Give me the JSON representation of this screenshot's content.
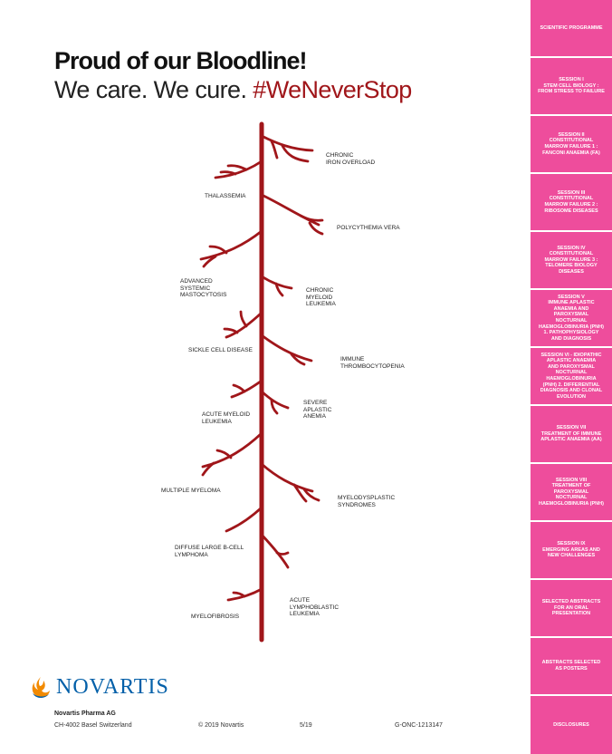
{
  "header": {
    "title": "Proud of our Bloodline!",
    "tagline_plain": "We care. We cure.",
    "tagline_hashtag": "#WeNeverStop"
  },
  "tree_labels": [
    "CHRONIC\nIRON OVERLOAD",
    "THALASSEMIA",
    "POLYCYTHEMIA VERA",
    "ADVANCED\nSYSTEMIC\nMASTOCYTOSIS",
    "CHRONIC\nMYELOID\nLEUKEMIA",
    "SICKLE CELL DISEASE",
    "IMMUNE\nTHROMBOCYTOPENIA",
    "SEVERE\nAPLASTIC\nANEMIA",
    "ACUTE MYELOID\nLEUKEMIA",
    "MULTIPLE MYELOMA",
    "MYELODYSPLASTIC\nSYNDROMES",
    "DIFFUSE LARGE B-CELL\nLYMPHOMA",
    "ACUTE\nLYMPHOBLASTIC\nLEUKEMIA",
    "MYELOFIBROSIS"
  ],
  "sidebar": {
    "items": [
      "SCIENTIFIC PROGRAMME",
      "SESSION I\nSTEM CELL BIOLOGY :\nFROM STRESS TO FAILURE",
      "SESSION II\nCONSTITUTIONAL\nMARROW FAILURE 1 :\nFANCONI ANAEMIA (FA)",
      "SESSION III\nCONSTITUTIONAL\nMARROW FAILURE 2 :\nRIBOSOME DISEASES",
      "SESSION IV\nCONSTITUTIONAL\nMARROW FAILURE 3 :\nTELOMERE BIOLOGY\nDISEASES",
      "SESSION V\nIMMUNE APLASTIC\nANAEMIA AND\nPAROXYSMAL\nNOCTURNAL\nHAEMOGLOBINURIA (PNH)\n1. PATHOPHYSIOLOGY\nAND DIAGNOSIS",
      "SESSION VI - IDIOPATHIC\nAPLASTIC ANAEMIA\nAND PAROXYSMAL\nNOCTURNAL\nHAEMOGLOBINURIA\n(PNH) 2. DIFFERENTIAL\nDIAGNOSIS AND CLONAL\nEVOLUTION",
      "SESSION VII\nTREATMENT OF IMMUNE\nAPLASTIC ANAEMIA (AA)",
      "SESSION VIII\nTREATMENT OF\nPAROXYSMAL\nNOCTURNAL\nHAEMOGLOBINURIA (PNH)",
      "SESSION IX\nEMERGING AREAS AND\nNEW CHALLENGES",
      "SELECTED ABSTRACTS\nFOR AN ORAL\nPRESENTATION",
      "ABSTRACTS SELECTED\nAS POSTERS",
      "DISCLOSURES"
    ]
  },
  "brand": {
    "name": "NOVARTIS",
    "logo_icon": "novartis-flame-icon"
  },
  "footer": {
    "company": "Novartis Pharma AG",
    "address": "CH-4002 Basel Switzerland",
    "copyright": "© 2019 Novartis",
    "page": "5/19",
    "code": "G-ONC-1213147"
  },
  "colors": {
    "tree": "#a0161a",
    "sidebar_accent": "#ee4d9c",
    "brand_blue": "#0460a9",
    "brand_orange": "#f28a00"
  }
}
